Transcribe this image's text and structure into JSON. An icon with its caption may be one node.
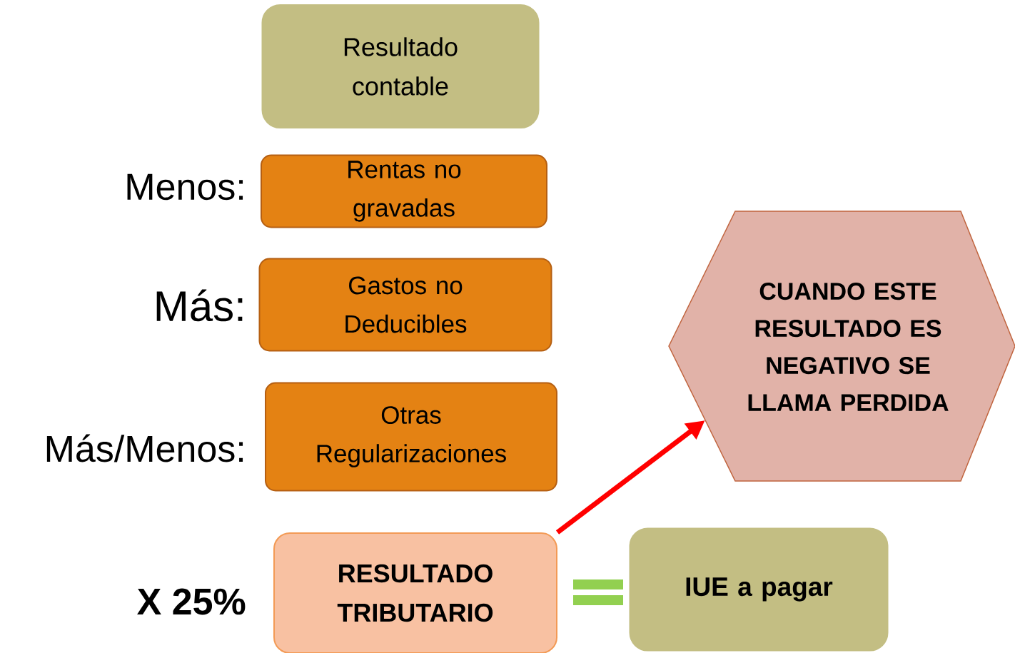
{
  "diagram": {
    "nodes": [
      {
        "text": [
          "Resultado contable"
        ]
      },
      {
        "text": [
          "Rentas no gravadas"
        ],
        "beside": [
          "Menos:"
        ]
      },
      {
        "text": [
          "Gastos no Deducibles"
        ],
        "beside": [
          "Más:"
        ]
      },
      {
        "text": [
          "Otras Regularizaciones"
        ],
        "beside": [
          "Más/Menos:"
        ]
      },
      {
        "text": [
          "RESULTADO TRIBUTARIO"
        ],
        "beside": [
          "X 25%"
        ]
      },
      {
        "text": [
          "CUANDO ESTE RESULTADO ES NEGATIVO SE LLAMA PERDIDA"
        ]
      },
      {
        "text": [
          "IUE a pagar"
        ]
      }
    ],
    "edges": [
      {
        "from": 4,
        "to": 5,
        "arrow": "to",
        "color": "#ff0000"
      }
    ]
  }
}
